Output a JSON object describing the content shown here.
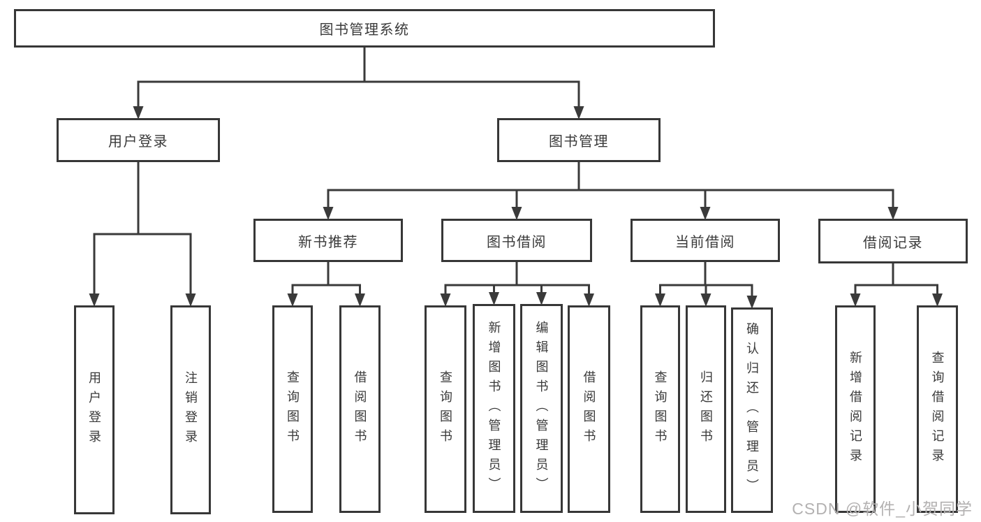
{
  "diagram": {
    "title": "图书管理系统",
    "nodes": [
      {
        "id": "root",
        "label": "图书管理系统",
        "parent": null,
        "orientation": "horizontal"
      },
      {
        "id": "user-login",
        "label": "用户登录",
        "parent": "root",
        "orientation": "horizontal"
      },
      {
        "id": "book-mgmt",
        "label": "图书管理",
        "parent": "root",
        "orientation": "horizontal"
      },
      {
        "id": "login",
        "label": "用户登录",
        "parent": "user-login",
        "orientation": "vertical"
      },
      {
        "id": "logout",
        "label": "注销登录",
        "parent": "user-login",
        "orientation": "vertical"
      },
      {
        "id": "new-book-rec",
        "label": "新书推荐",
        "parent": "book-mgmt",
        "orientation": "horizontal"
      },
      {
        "id": "book-borrow",
        "label": "图书借阅",
        "parent": "book-mgmt",
        "orientation": "horizontal"
      },
      {
        "id": "current-borrow",
        "label": "当前借阅",
        "parent": "book-mgmt",
        "orientation": "horizontal"
      },
      {
        "id": "borrow-record",
        "label": "借阅记录",
        "parent": "book-mgmt",
        "orientation": "horizontal"
      },
      {
        "id": "rec-query-book",
        "label": "查询图书",
        "parent": "new-book-rec",
        "orientation": "vertical"
      },
      {
        "id": "rec-borrow-book",
        "label": "借阅图书",
        "parent": "new-book-rec",
        "orientation": "vertical"
      },
      {
        "id": "bb-query-book",
        "label": "查询图书",
        "parent": "book-borrow",
        "orientation": "vertical"
      },
      {
        "id": "bb-add-book",
        "label": "新增图书（管理员）",
        "parent": "book-borrow",
        "orientation": "vertical"
      },
      {
        "id": "bb-edit-book",
        "label": "编辑图书（管理员）",
        "parent": "book-borrow",
        "orientation": "vertical"
      },
      {
        "id": "bb-borrow-book",
        "label": "借阅图书",
        "parent": "book-borrow",
        "orientation": "vertical"
      },
      {
        "id": "cb-query-book",
        "label": "查询图书",
        "parent": "current-borrow",
        "orientation": "vertical"
      },
      {
        "id": "cb-return-book",
        "label": "归还图书",
        "parent": "current-borrow",
        "orientation": "vertical"
      },
      {
        "id": "cb-confirm-return",
        "label": "确认归还（管理员）",
        "parent": "current-borrow",
        "orientation": "vertical"
      },
      {
        "id": "br-add-record",
        "label": "新增借阅记录",
        "parent": "borrow-record",
        "orientation": "vertical"
      },
      {
        "id": "br-query-record",
        "label": "查询借阅记录",
        "parent": "borrow-record",
        "orientation": "vertical"
      }
    ]
  },
  "colors": {
    "line": "#3a3a3a",
    "border": "#373737",
    "text": "#3a3a3a",
    "watermark": "#b3b1b1",
    "background": "#ffffff"
  },
  "watermark": {
    "text": "CSDN @软件_小贺同学"
  }
}
